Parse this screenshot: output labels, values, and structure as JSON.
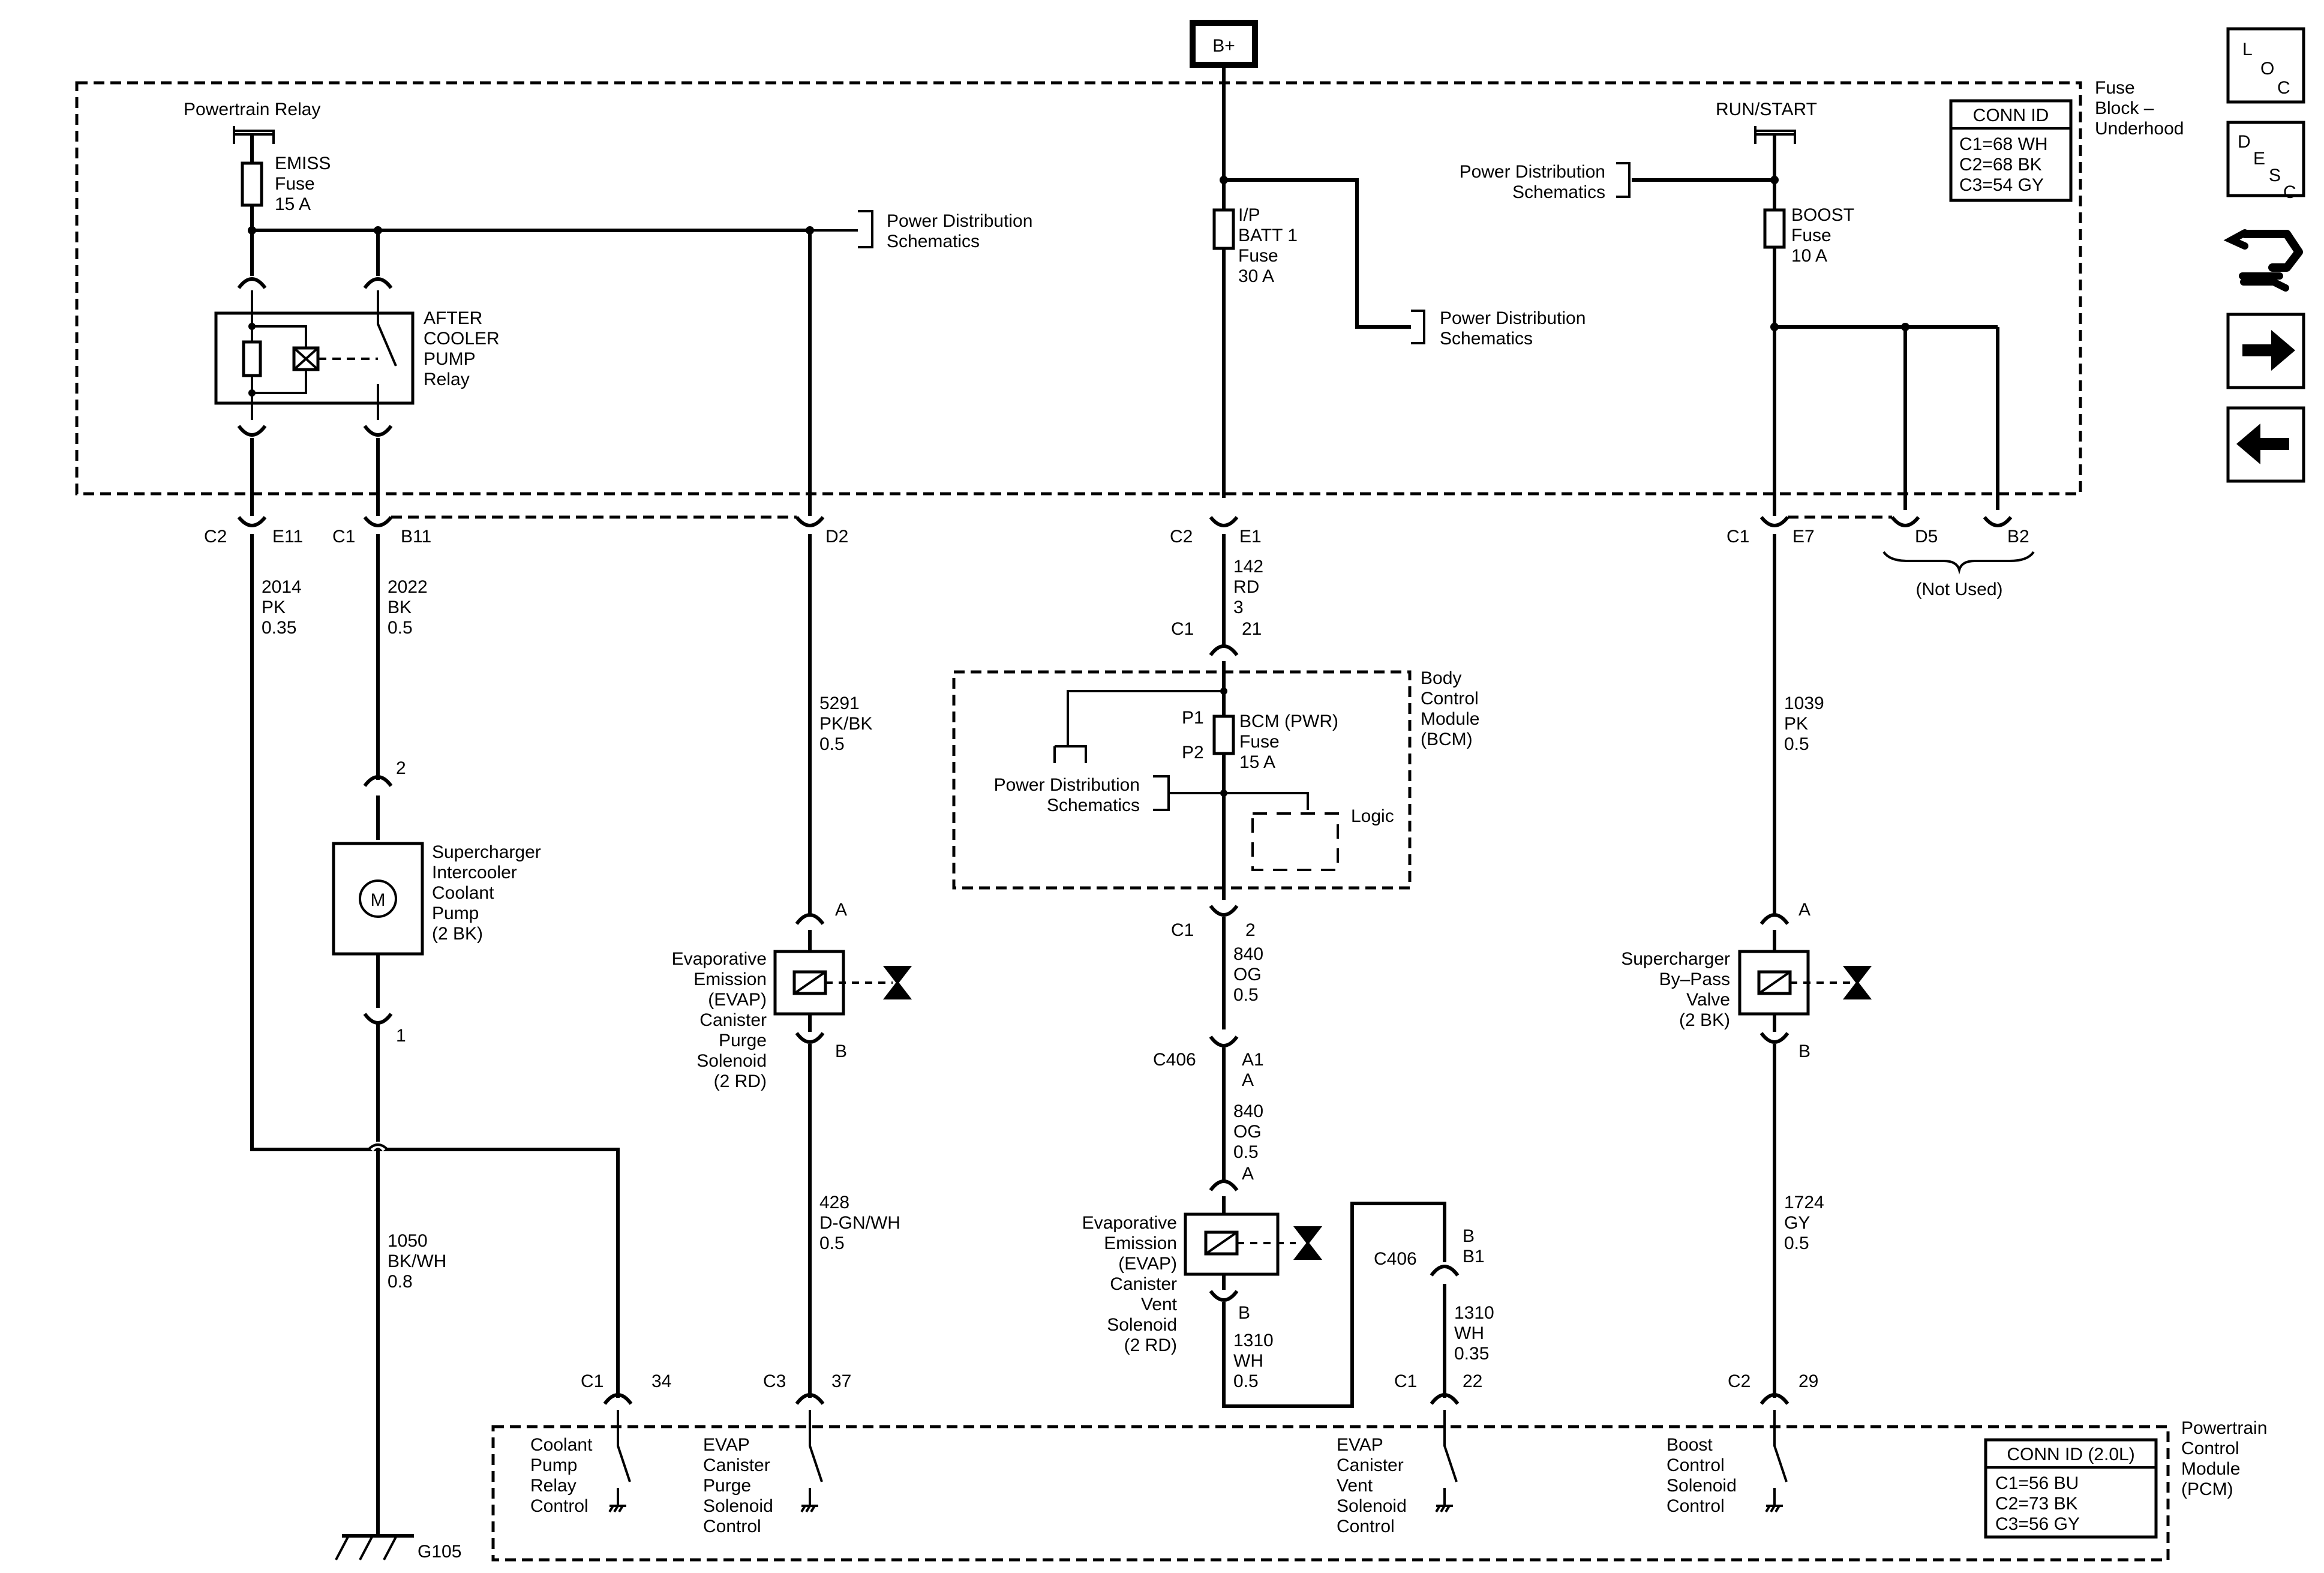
{
  "supply": {
    "bplus": "B+",
    "powertrain_relay": "Powertrain Relay",
    "run_start": "RUN/START"
  },
  "fuse_block": {
    "name": [
      "Fuse",
      "Block –",
      "Underhood"
    ],
    "conn_id": {
      "title": "CONN ID",
      "rows": [
        "C1=68 WH",
        "C2=68 BK",
        "C3=54 GY"
      ]
    }
  },
  "fuses": {
    "emiss": [
      "EMISS",
      "Fuse",
      "15 A"
    ],
    "ip_batt": [
      "I/P",
      "BATT 1",
      "Fuse",
      "30 A"
    ],
    "boost": [
      "BOOST",
      "Fuse",
      "10 A"
    ],
    "bcm_pwr": [
      "BCM (PWR)",
      "Fuse",
      "15 A"
    ]
  },
  "relay": {
    "label": [
      "AFTER",
      "COOLER",
      "PUMP",
      "Relay"
    ]
  },
  "power_dist": [
    "Power Distribution",
    "Schematics"
  ],
  "connectors": {
    "c2": "C2",
    "c1": "C1",
    "c3": "C3",
    "e11": "E11",
    "b11": "B11",
    "d2": "D2",
    "e1": "E1",
    "e7": "E7",
    "d5": "D5",
    "b2": "B2",
    "not_used": "(Not Used)",
    "pin21": "21",
    "pin2": "2",
    "pin1": "1",
    "pin_a": "A",
    "pin_b": "B",
    "c406": "C406",
    "a1": "A1",
    "b1": "B1",
    "p1": "P1",
    "p2": "P2",
    "pin34": "34",
    "pin37": "37",
    "pin22": "22",
    "pin29": "29"
  },
  "wires": {
    "w2014": [
      "2014",
      "PK",
      "0.35"
    ],
    "w2022": [
      "2022",
      "BK",
      "0.5"
    ],
    "w142": [
      "142",
      "RD",
      "3"
    ],
    "w5291": [
      "5291",
      "PK/BK",
      "0.5"
    ],
    "w1039": [
      "1039",
      "PK",
      "0.5"
    ],
    "w840a": [
      "840",
      "OG",
      "0.5"
    ],
    "w840b": [
      "840",
      "OG",
      "0.5"
    ],
    "w1050": [
      "1050",
      "BK/WH",
      "0.8"
    ],
    "w428": [
      "428",
      "D-GN/WH",
      "0.5"
    ],
    "w1310a": [
      "1310",
      "WH",
      "0.5"
    ],
    "w1310b": [
      "1310",
      "WH",
      "0.35"
    ],
    "w1724": [
      "1724",
      "GY",
      "0.5"
    ]
  },
  "bcm": {
    "name": [
      "Body",
      "Control",
      "Module",
      "(BCM)"
    ],
    "logic": "Logic"
  },
  "components": {
    "pump": [
      "Supercharger",
      "Intercooler",
      "Coolant",
      "Pump",
      "(2 BK)"
    ],
    "motor": "M",
    "purge": [
      "Evaporative",
      "Emission",
      "(EVAP)",
      "Canister",
      "Purge",
      "Solenoid",
      "(2 RD)"
    ],
    "vent": [
      "Evaporative",
      "Emission",
      "(EVAP)",
      "Canister",
      "Vent",
      "Solenoid",
      "(2 RD)"
    ],
    "bypass": [
      "Supercharger",
      "By–Pass",
      "Valve",
      "(2 BK)"
    ]
  },
  "ground": "G105",
  "pcm": {
    "name": [
      "Powertrain",
      "Control",
      "Module",
      "(PCM)"
    ],
    "conn_id": {
      "title": "CONN ID (2.0L)",
      "rows": [
        "C1=56 BU",
        "C2=73 BK",
        "C3=56 GY"
      ]
    },
    "ctrl_pump": [
      "Coolant",
      "Pump",
      "Relay",
      "Control"
    ],
    "ctrl_purge": [
      "EVAP",
      "Canister",
      "Purge",
      "Solenoid",
      "Control"
    ],
    "ctrl_vent": [
      "EVAP",
      "Canister",
      "Vent",
      "Solenoid",
      "Control"
    ],
    "ctrl_boost": [
      "Boost",
      "Control",
      "Solenoid",
      "Control"
    ]
  },
  "nav": {
    "loc": [
      "L",
      "O",
      "C"
    ],
    "desc": [
      "D",
      "E",
      "S",
      "C"
    ]
  }
}
